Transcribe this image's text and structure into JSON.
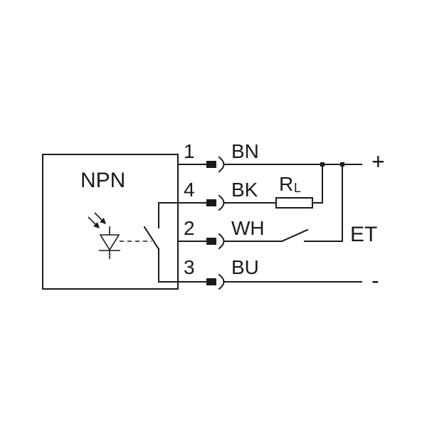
{
  "sensor": {
    "type_label": "NPN"
  },
  "pins": [
    {
      "number": "1",
      "color": "BN"
    },
    {
      "number": "4",
      "color": "BK"
    },
    {
      "number": "2",
      "color": "WH"
    },
    {
      "number": "3",
      "color": "BU"
    }
  ],
  "load": {
    "symbol": "R",
    "subscript": "L"
  },
  "supply": {
    "positive": "+",
    "negative": "-"
  },
  "test_input_label": "ET",
  "colors": {
    "line": "#1a1a1a",
    "background": "#ffffff"
  }
}
